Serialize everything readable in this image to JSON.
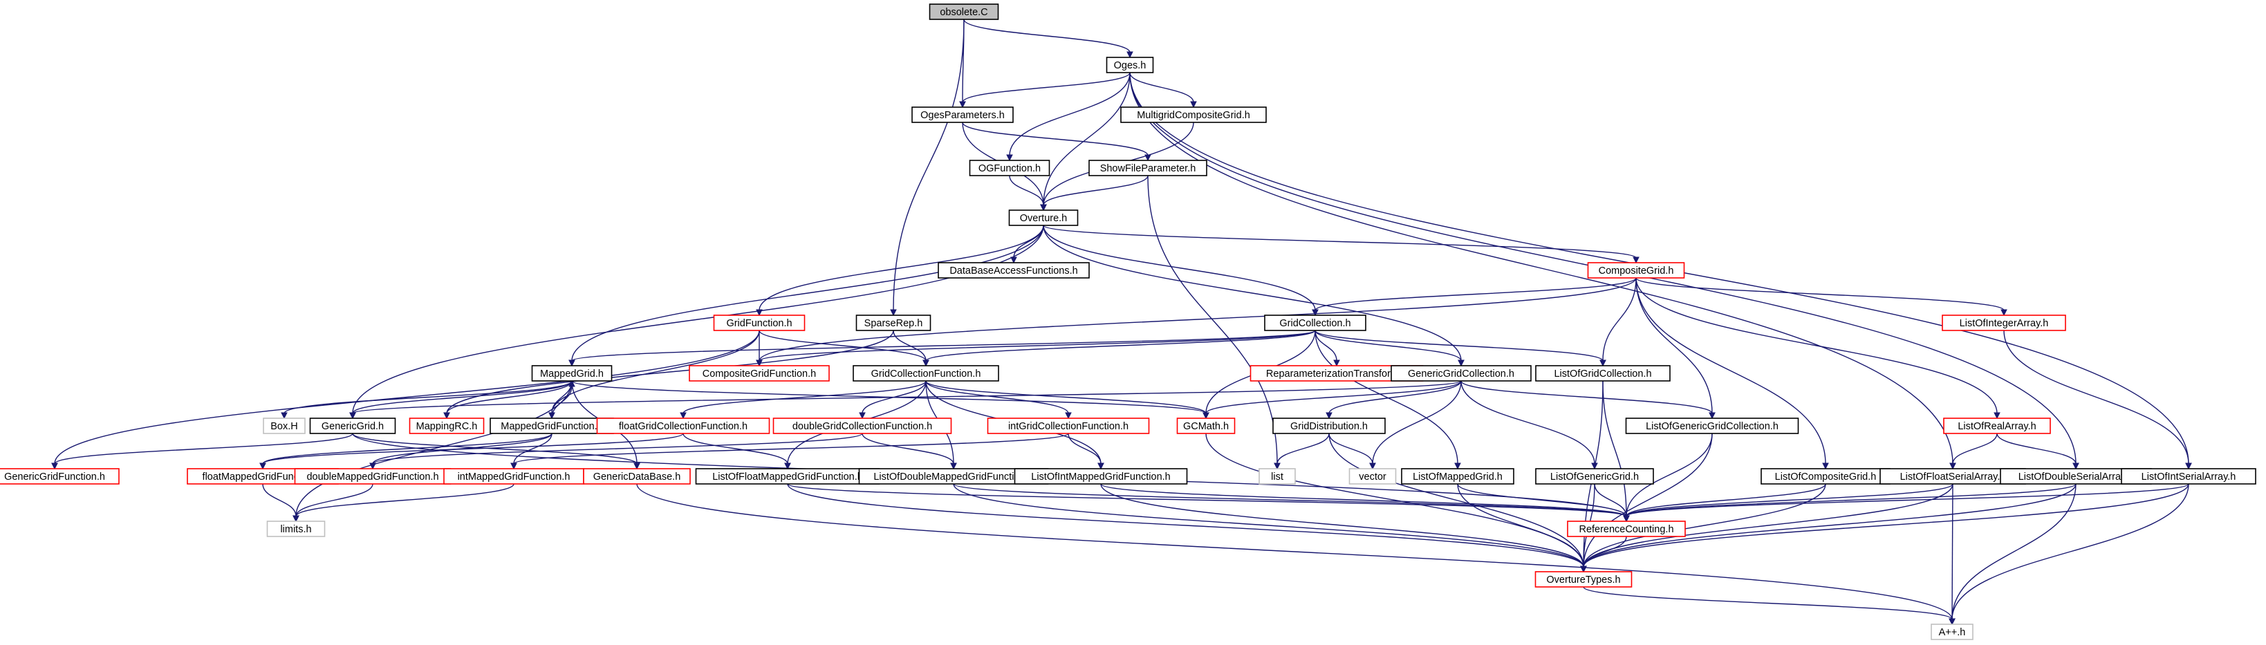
{
  "colors": {
    "edge": "#191970",
    "node_black": "#000000",
    "node_red": "#ff0000",
    "node_gray": "#bfbfbf",
    "root_fill": "#bfbfbf",
    "fill": "#ffffff"
  },
  "nodes": [
    {
      "id": "obsolete",
      "label": "obsolete.C",
      "border": "black",
      "root": true
    },
    {
      "id": "oges",
      "label": "Oges.h",
      "border": "black"
    },
    {
      "id": "ogesparams",
      "label": "OgesParameters.h",
      "border": "black"
    },
    {
      "id": "multigrid",
      "label": "MultigridCompositeGrid.h",
      "border": "black"
    },
    {
      "id": "ogfunction",
      "label": "OGFunction.h",
      "border": "black"
    },
    {
      "id": "showfile",
      "label": "ShowFileParameter.h",
      "border": "black"
    },
    {
      "id": "overture",
      "label": "Overture.h",
      "border": "black"
    },
    {
      "id": "dbaccess",
      "label": "DataBaseAccessFunctions.h",
      "border": "black"
    },
    {
      "id": "compositegrid",
      "label": "CompositeGrid.h",
      "border": "red"
    },
    {
      "id": "gridfunction",
      "label": "GridFunction.h",
      "border": "red"
    },
    {
      "id": "sparserep",
      "label": "SparseRep.h",
      "border": "black"
    },
    {
      "id": "gridcollection",
      "label": "GridCollection.h",
      "border": "black"
    },
    {
      "id": "listofintegerarray",
      "label": "ListOfIntegerArray.h",
      "border": "red"
    },
    {
      "id": "mappedgrid",
      "label": "MappedGrid.h",
      "border": "black"
    },
    {
      "id": "compositegridfunction",
      "label": "CompositeGridFunction.h",
      "border": "red"
    },
    {
      "id": "gridcollectionfunction",
      "label": "GridCollectionFunction.h",
      "border": "black"
    },
    {
      "id": "reparam",
      "label": "ReparameterizationTransform.h",
      "border": "red"
    },
    {
      "id": "genericgridcollection",
      "label": "GenericGridCollection.h",
      "border": "black"
    },
    {
      "id": "listofgridcollection",
      "label": "ListOfGridCollection.h",
      "border": "black"
    },
    {
      "id": "boxh",
      "label": "Box.H",
      "border": "gray"
    },
    {
      "id": "genericgrid",
      "label": "GenericGrid.h",
      "border": "black"
    },
    {
      "id": "mappingrc",
      "label": "MappingRC.h",
      "border": "red"
    },
    {
      "id": "mappedgridfunction",
      "label": "MappedGridFunction.h",
      "border": "black"
    },
    {
      "id": "floatgridcollectionfunction",
      "label": "floatGridCollectionFunction.h",
      "border": "red"
    },
    {
      "id": "doublegridcollectionfunction",
      "label": "doubleGridCollectionFunction.h",
      "border": "red"
    },
    {
      "id": "intgridcollectionfunction",
      "label": "intGridCollectionFunction.h",
      "border": "red"
    },
    {
      "id": "gcmath",
      "label": "GCMath.h",
      "border": "red"
    },
    {
      "id": "griddistribution",
      "label": "GridDistribution.h",
      "border": "black"
    },
    {
      "id": "listofgenericgridcollection",
      "label": "ListOfGenericGridCollection.h",
      "border": "black"
    },
    {
      "id": "listofrealarray",
      "label": "ListOfRealArray.h",
      "border": "red"
    },
    {
      "id": "genericgridfunction",
      "label": "GenericGridFunction.h",
      "border": "red"
    },
    {
      "id": "floatmappedgridfunction",
      "label": "floatMappedGridFunction.h",
      "border": "red"
    },
    {
      "id": "doublemappedgridfunction",
      "label": "doubleMappedGridFunction.h",
      "border": "red"
    },
    {
      "id": "intmappedgridfunction",
      "label": "intMappedGridFunction.h",
      "border": "red"
    },
    {
      "id": "genericdatabase",
      "label": "GenericDataBase.h",
      "border": "red"
    },
    {
      "id": "listoffloatmappedgridfunction",
      "label": "ListOfFloatMappedGridFunction.h",
      "border": "black"
    },
    {
      "id": "listofdoublemappedgridfunction",
      "label": "ListOfDoubleMappedGridFunction.h",
      "border": "black"
    },
    {
      "id": "listofintmappedgridfunction",
      "label": "ListOfIntMappedGridFunction.h",
      "border": "black"
    },
    {
      "id": "list",
      "label": "list",
      "border": "gray"
    },
    {
      "id": "vector",
      "label": "vector",
      "border": "gray"
    },
    {
      "id": "listofmappedgrid",
      "label": "ListOfMappedGrid.h",
      "border": "black"
    },
    {
      "id": "listofgenericgrid",
      "label": "ListOfGenericGrid.h",
      "border": "black"
    },
    {
      "id": "listofcompositegrid",
      "label": "ListOfCompositeGrid.h",
      "border": "black"
    },
    {
      "id": "listoffloatserialarray",
      "label": "ListOfFloatSerialArray.h",
      "border": "black"
    },
    {
      "id": "listofdoubleserialarray",
      "label": "ListOfDoubleSerialArray.h",
      "border": "black"
    },
    {
      "id": "listofintserialarray",
      "label": "ListOfIntSerialArray.h",
      "border": "black"
    },
    {
      "id": "limits",
      "label": "limits.h",
      "border": "gray"
    },
    {
      "id": "referencecounting",
      "label": "ReferenceCounting.h",
      "border": "red"
    },
    {
      "id": "overturetypes",
      "label": "OvertureTypes.h",
      "border": "red"
    },
    {
      "id": "app",
      "label": "A++.h",
      "border": "gray"
    }
  ],
  "edges": [
    [
      "obsolete",
      "oges"
    ],
    [
      "obsolete",
      "ogesparams"
    ],
    [
      "obsolete",
      "sparserep"
    ],
    [
      "oges",
      "ogesparams"
    ],
    [
      "oges",
      "multigrid"
    ],
    [
      "oges",
      "ogfunction"
    ],
    [
      "oges",
      "overture"
    ],
    [
      "oges",
      "listoffloatserialarray"
    ],
    [
      "oges",
      "listofdoubleserialarray"
    ],
    [
      "oges",
      "listofintserialarray"
    ],
    [
      "ogesparams",
      "overture"
    ],
    [
      "ogesparams",
      "showfile"
    ],
    [
      "multigrid",
      "overture"
    ],
    [
      "ogfunction",
      "overture"
    ],
    [
      "showfile",
      "overture"
    ],
    [
      "showfile",
      "list"
    ],
    [
      "overture",
      "dbaccess"
    ],
    [
      "overture",
      "compositegrid"
    ],
    [
      "overture",
      "gridfunction"
    ],
    [
      "overture",
      "gridcollection"
    ],
    [
      "overture",
      "mappedgrid"
    ],
    [
      "overture",
      "genericgrid"
    ],
    [
      "overture",
      "genericgridcollection"
    ],
    [
      "compositegrid",
      "gridcollection"
    ],
    [
      "compositegrid",
      "listofintegerarray"
    ],
    [
      "compositegrid",
      "listofrealarray"
    ],
    [
      "compositegrid",
      "listofgridcollection"
    ],
    [
      "compositegrid",
      "listofgenericgridcollection"
    ],
    [
      "compositegrid",
      "listofcompositegrid"
    ],
    [
      "compositegrid",
      "compositegridfunction"
    ],
    [
      "gridfunction",
      "compositegridfunction"
    ],
    [
      "gridfunction",
      "gridcollectionfunction"
    ],
    [
      "gridfunction",
      "mappedgridfunction"
    ],
    [
      "gridfunction",
      "genericgridfunction"
    ],
    [
      "sparserep",
      "gridcollectionfunction"
    ],
    [
      "sparserep",
      "mappingrc"
    ],
    [
      "gridcollection",
      "mappedgrid"
    ],
    [
      "gridcollection",
      "gridcollectionfunction"
    ],
    [
      "gridcollection",
      "reparam"
    ],
    [
      "gridcollection",
      "genericgridcollection"
    ],
    [
      "gridcollection",
      "listofgridcollection"
    ],
    [
      "gridcollection",
      "gcmath"
    ],
    [
      "gridcollection",
      "listofmappedgrid"
    ],
    [
      "gridcollection",
      "compositegridfunction"
    ],
    [
      "listofintegerarray",
      "listofintserialarray"
    ],
    [
      "mappedgrid",
      "genericgrid"
    ],
    [
      "mappedgrid",
      "mappingrc"
    ],
    [
      "mappedgrid",
      "mappedgridfunction"
    ],
    [
      "mappedgrid",
      "boxh"
    ],
    [
      "mappedgrid",
      "gcmath"
    ],
    [
      "mappedgrid",
      "genericdatabase"
    ],
    [
      "mappedgrid",
      "limits"
    ],
    [
      "gridcollectionfunction",
      "floatgridcollectionfunction"
    ],
    [
      "gridcollectionfunction",
      "doublegridcollectionfunction"
    ],
    [
      "gridcollectionfunction",
      "intgridcollectionfunction"
    ],
    [
      "gridcollectionfunction",
      "listoffloatmappedgridfunction"
    ],
    [
      "gridcollectionfunction",
      "listofdoublemappedgridfunction"
    ],
    [
      "gridcollectionfunction",
      "listofintmappedgridfunction"
    ],
    [
      "gridcollectionfunction",
      "gcmath"
    ],
    [
      "genericgridcollection",
      "genericgrid"
    ],
    [
      "genericgridcollection",
      "gcmath"
    ],
    [
      "genericgridcollection",
      "griddistribution"
    ],
    [
      "genericgridcollection",
      "listofgenericgridcollection"
    ],
    [
      "genericgridcollection",
      "listofgenericgrid"
    ],
    [
      "genericgridcollection",
      "vector"
    ],
    [
      "listofgridcollection",
      "referencecounting"
    ],
    [
      "listofgridcollection",
      "overturetypes"
    ],
    [
      "genericgrid",
      "genericgridfunction"
    ],
    [
      "genericgrid",
      "referencecounting"
    ],
    [
      "genericgrid",
      "genericdatabase"
    ],
    [
      "mappedgridfunction",
      "mappedgrid"
    ],
    [
      "mappedgridfunction",
      "floatmappedgridfunction"
    ],
    [
      "mappedgridfunction",
      "doublemappedgridfunction"
    ],
    [
      "mappedgridfunction",
      "intmappedgridfunction"
    ],
    [
      "floatgridcollectionfunction",
      "listoffloatmappedgridfunction"
    ],
    [
      "floatgridcollectionfunction",
      "floatmappedgridfunction"
    ],
    [
      "doublegridcollectionfunction",
      "listofdoublemappedgridfunction"
    ],
    [
      "doublegridcollectionfunction",
      "doublemappedgridfunction"
    ],
    [
      "intgridcollectionfunction",
      "listofintmappedgridfunction"
    ],
    [
      "intgridcollectionfunction",
      "intmappedgridfunction"
    ],
    [
      "gcmath",
      "overturetypes"
    ],
    [
      "griddistribution",
      "list"
    ],
    [
      "griddistribution",
      "vector"
    ],
    [
      "griddistribution",
      "overturetypes"
    ],
    [
      "listofgenericgridcollection",
      "referencecounting"
    ],
    [
      "listofgenericgridcollection",
      "overturetypes"
    ],
    [
      "listofrealarray",
      "listoffloatserialarray"
    ],
    [
      "listofrealarray",
      "listofdoubleserialarray"
    ],
    [
      "floatmappedgridfunction",
      "limits"
    ],
    [
      "doublemappedgridfunction",
      "limits"
    ],
    [
      "intmappedgridfunction",
      "limits"
    ],
    [
      "genericdatabase",
      "app"
    ],
    [
      "listoffloatmappedgridfunction",
      "referencecounting"
    ],
    [
      "listoffloatmappedgridfunction",
      "overturetypes"
    ],
    [
      "listofdoublemappedgridfunction",
      "referencecounting"
    ],
    [
      "listofdoublemappedgridfunction",
      "overturetypes"
    ],
    [
      "listofintmappedgridfunction",
      "referencecounting"
    ],
    [
      "listofintmappedgridfunction",
      "overturetypes"
    ],
    [
      "listofmappedgrid",
      "referencecounting"
    ],
    [
      "listofmappedgrid",
      "overturetypes"
    ],
    [
      "listofgenericgrid",
      "referencecounting"
    ],
    [
      "listofgenericgrid",
      "overturetypes"
    ],
    [
      "listofcompositegrid",
      "referencecounting"
    ],
    [
      "listofcompositegrid",
      "overturetypes"
    ],
    [
      "listoffloatserialarray",
      "referencecounting"
    ],
    [
      "listoffloatserialarray",
      "overturetypes"
    ],
    [
      "listoffloatserialarray",
      "app"
    ],
    [
      "listofdoubleserialarray",
      "referencecounting"
    ],
    [
      "listofdoubleserialarray",
      "overturetypes"
    ],
    [
      "listofdoubleserialarray",
      "app"
    ],
    [
      "listofintserialarray",
      "referencecounting"
    ],
    [
      "listofintserialarray",
      "overturetypes"
    ],
    [
      "listofintserialarray",
      "app"
    ],
    [
      "referencecounting",
      "overturetypes"
    ],
    [
      "overturetypes",
      "app"
    ]
  ]
}
